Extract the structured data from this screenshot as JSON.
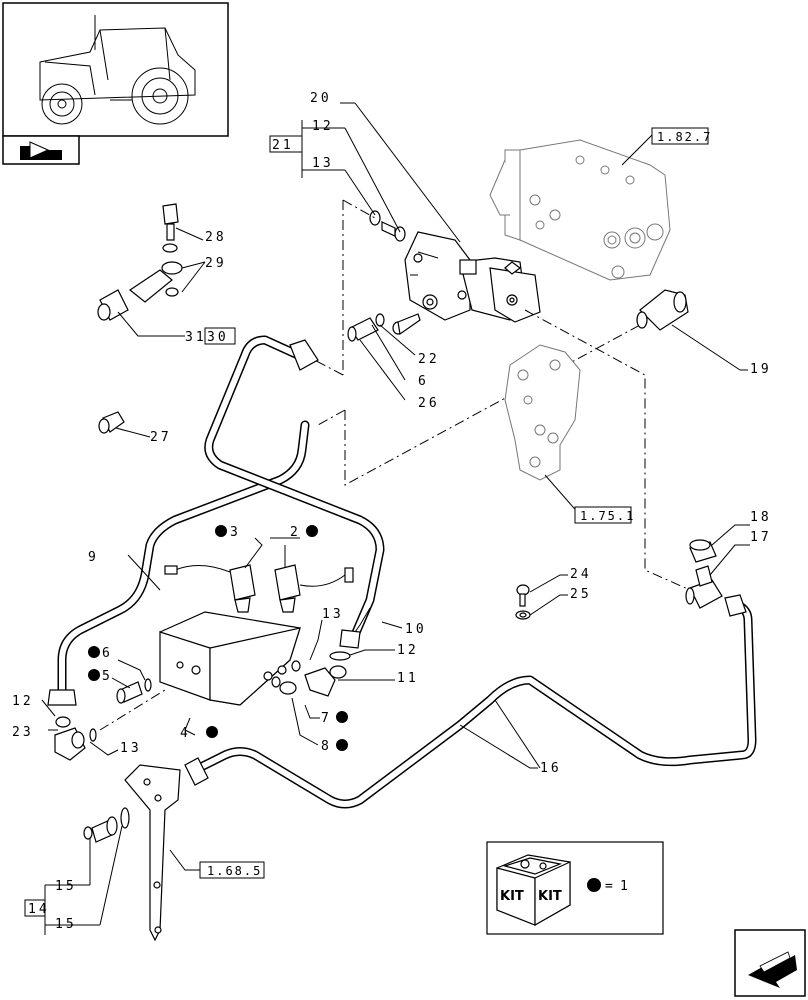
{
  "labels": {
    "l2": "2",
    "l3": "3",
    "l4": "4",
    "l5": "5",
    "l6a": "6",
    "l6b": "6",
    "l7": "7",
    "l8": "8",
    "l9": "9",
    "l10": "10",
    "l11": "11",
    "l12a": "12",
    "l12b": "12",
    "l12c": "12",
    "l13a": "13",
    "l13b": "13",
    "l13c": "13",
    "l14": "14",
    "l15a": "15",
    "l15b": "15",
    "l16": "16",
    "l17": "17",
    "l18": "18",
    "l19": "19",
    "l20": "20",
    "l21": "21",
    "l22": "22",
    "l23": "23",
    "l24": "24",
    "l25": "25",
    "l26": "26",
    "l27": "27",
    "l28": "28",
    "l29": "29",
    "l30": "30",
    "l31": "31"
  },
  "refs": {
    "r1827": "1.82.7",
    "r1751": "1.75.1",
    "r1685": "1.68.5"
  },
  "legend": {
    "kit_text_1": "KIT",
    "kit_text_2": "KIT",
    "equals": "=",
    "count": "1"
  },
  "icons": {
    "thumbnail": "tractor-thumbnail-icon",
    "nav_top": "back-folder-icon",
    "nav_bottom": "next-page-arrow-icon"
  }
}
